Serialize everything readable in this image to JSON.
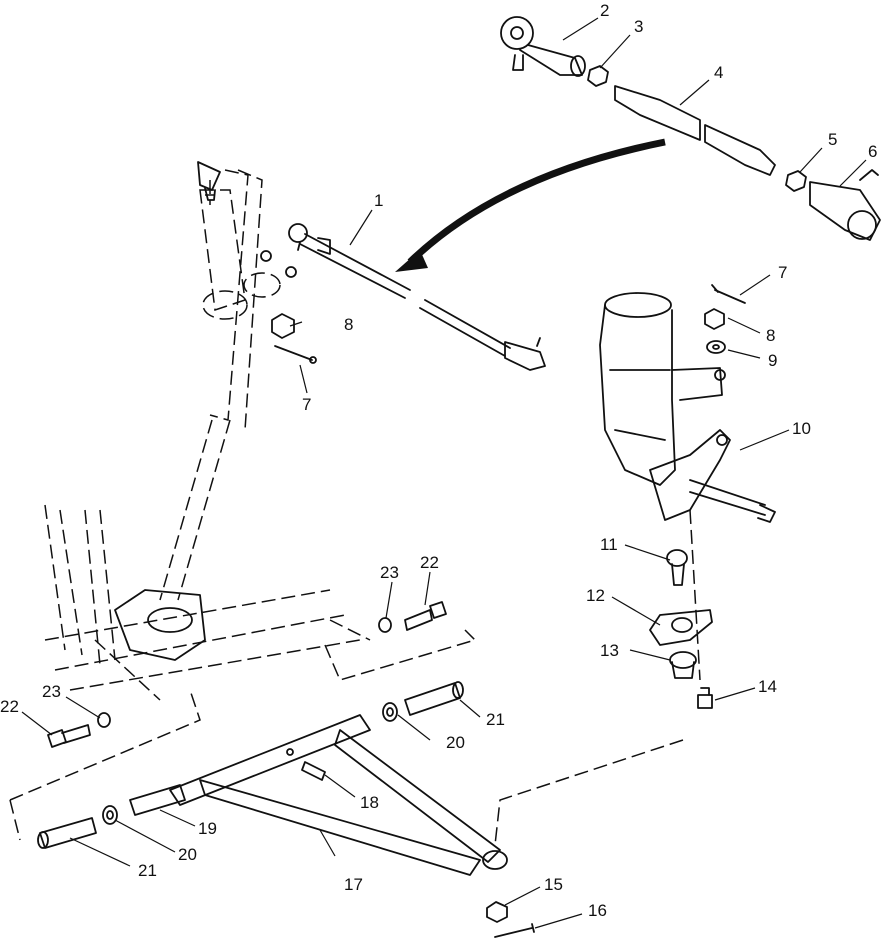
{
  "callouts": {
    "c1": "1",
    "c2": "2",
    "c3": "3",
    "c4": "4",
    "c5": "5",
    "c6": "6",
    "c7a": "7",
    "c7b": "7",
    "c8a": "8",
    "c8b": "8",
    "c9": "9",
    "c10": "10",
    "c11": "11",
    "c12": "12",
    "c13": "13",
    "c14": "14",
    "c15": "15",
    "c16": "16",
    "c17": "17",
    "c18": "18",
    "c19": "19",
    "c20a": "20",
    "c20b": "20",
    "c21a": "21",
    "c21b": "21",
    "c22a": "22",
    "c22b": "22",
    "c23a": "23",
    "c23b": "23"
  }
}
